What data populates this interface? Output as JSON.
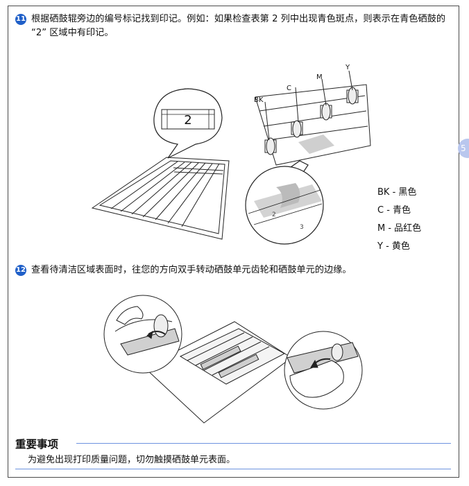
{
  "steps": [
    {
      "number": "11",
      "text": "根据硒鼓辊旁边的编号标记找到印记。例如：如果检查表第 2 列中出现青色斑点，则表示在青色硒鼓的 “2” 区域中有印记。"
    },
    {
      "number": "12",
      "text": "查看待清洁区域表面时，往您的方向双手转动硒鼓单元齿轮和硒鼓单元的边缘。"
    }
  ],
  "figure1": {
    "column_number": "2",
    "drum_labels": {
      "bk": "BK",
      "c": "C",
      "m": "M",
      "y": "Y"
    },
    "zoom_numbers": {
      "two": "2",
      "three": "3"
    }
  },
  "legend": [
    {
      "text": "BK - 黑色"
    },
    {
      "text": "C - 青色"
    },
    {
      "text": "M - 品红色"
    },
    {
      "text": "Y - 黄色"
    }
  ],
  "important": {
    "title": "重要事项",
    "body": "为避免出现打印质量问题，切勿触摸硒鼓单元表面。"
  },
  "side_tab": {
    "label": "5"
  },
  "colors": {
    "accent": "#1f5fc8",
    "rule": "#6d93e0",
    "tab": "#b9c7ee"
  }
}
